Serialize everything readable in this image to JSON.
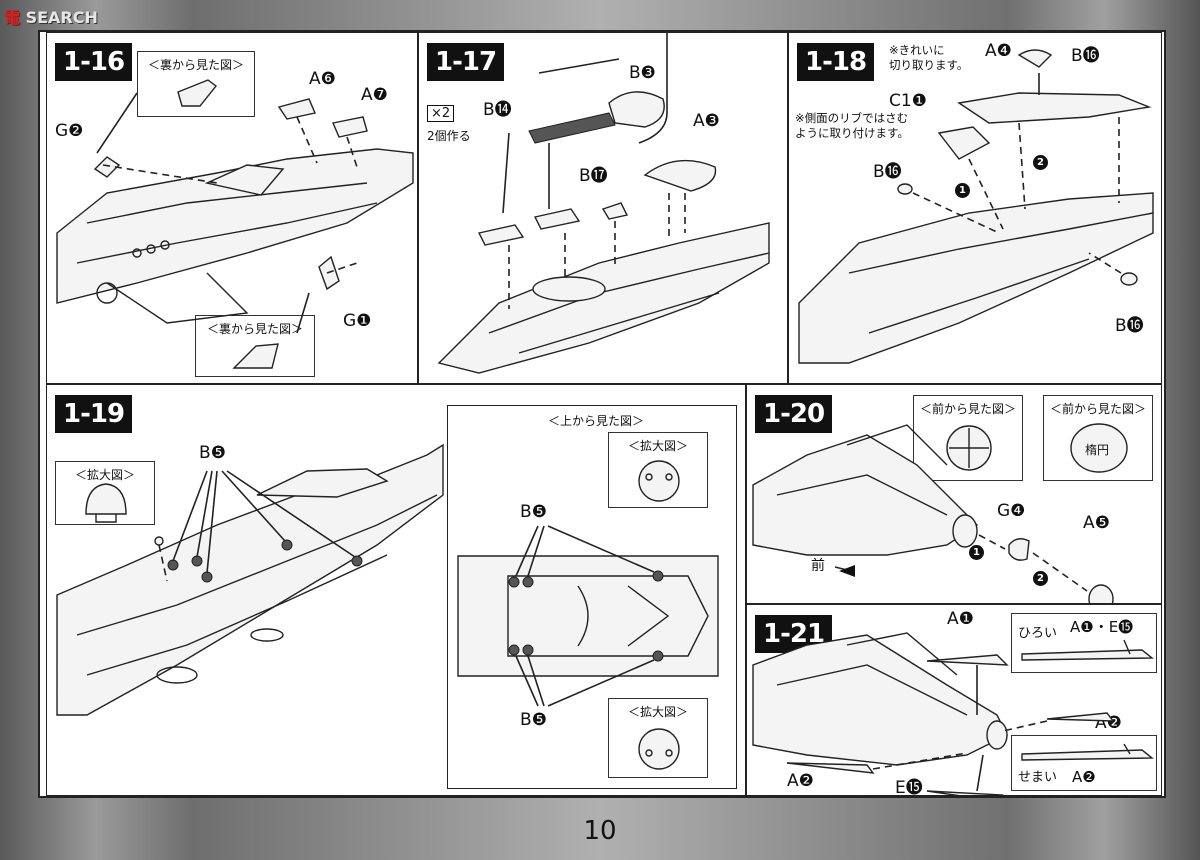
{
  "watermark": {
    "prefix": "電",
    "text": "SEARCH"
  },
  "page_number": "10",
  "steps": [
    {
      "id": "1-16",
      "view_back_top": "＜裏から見た図＞",
      "view_back_bottom": "＜裏から見た図＞",
      "parts": [
        "A6",
        "A7",
        "G2",
        "G1"
      ]
    },
    {
      "id": "1-17",
      "multiplier": "×2",
      "make_two": "2個作る",
      "parts": [
        "B14",
        "B3",
        "B17",
        "A3"
      ]
    },
    {
      "id": "1-18",
      "note_clean": "※きれいに\n切り取ります。",
      "note_rib": "※側面のリブではさむ\nように取り付けます。",
      "parts": [
        "A4",
        "B16",
        "C1",
        "B16",
        "B16"
      ],
      "seq": [
        "1",
        "2"
      ]
    },
    {
      "id": "1-19",
      "view_zoom": "＜拡大図＞",
      "view_top": "＜上から見た図＞",
      "zoom_a": "＜拡大図＞",
      "zoom_b": "＜拡大図＞",
      "parts": [
        "B5",
        "B5",
        "B5"
      ]
    },
    {
      "id": "1-20",
      "view_front_a": "＜前から見た図＞",
      "view_front_b": "＜前から見た図＞",
      "ellipse_label": "楕円",
      "front_label": "前",
      "parts": [
        "G4",
        "A5"
      ],
      "seq": [
        "1",
        "2"
      ]
    },
    {
      "id": "1-21",
      "wide_label": "ひろい",
      "narrow_label": "せまい",
      "wide_parts": "A❶・E⓯",
      "narrow_parts": "A❷",
      "parts": [
        "A1",
        "A2",
        "A2",
        "E15"
      ]
    }
  ],
  "part_labels": {
    "A6": "A❻",
    "A7": "A❼",
    "G2": "G❷",
    "G1": "G❶",
    "B14": "B⓮",
    "B3": "B❸",
    "B17": "B⓱",
    "A3": "A❸",
    "A4": "A❹",
    "B16": "B⓰",
    "C1": "C1❶",
    "B5": "B❺",
    "G4": "G❹",
    "A5": "A❺",
    "A1": "A❶",
    "A2": "A❷",
    "E15": "E⓯"
  }
}
